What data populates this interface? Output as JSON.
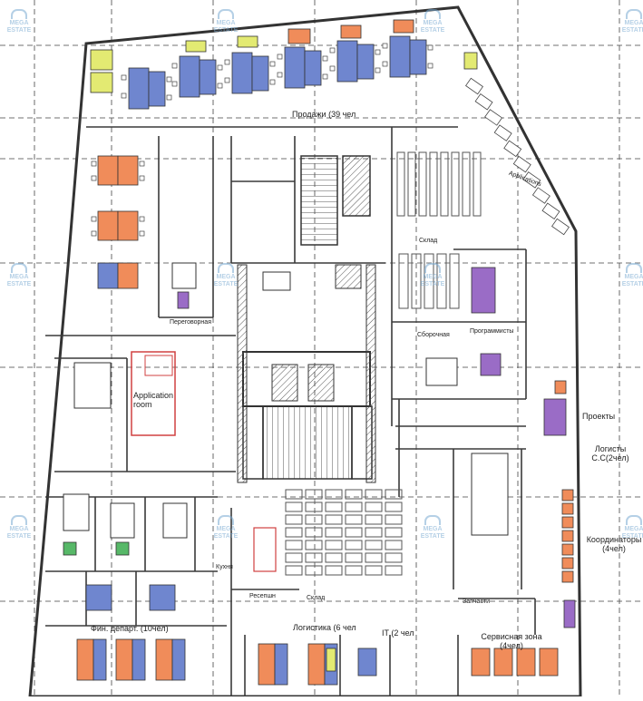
{
  "plan": {
    "labels": {
      "sales": "Продажи (39 чел",
      "applications": "Applications",
      "warehouse_top": "Склад",
      "meeting": "Переговорная",
      "assembly": "Сборочная",
      "programmers": "Программисты",
      "application_room": "Application room",
      "projects": "Проекты",
      "logists_sc": "Логисты С.С(2чел)",
      "coordinators": "Координаторы (4чел)",
      "service_zone": "Сервисная зона (4чел)",
      "spare_parts": "Запчасти",
      "warehouse_bottom": "Склад",
      "logistics": "Логистика (6 чел",
      "it": "IT (2 чел",
      "finance": "Фин. департ. (10чел)",
      "reception": "Ресепшн",
      "kitchen": "Кухня"
    },
    "watermark": {
      "line1": "MEGA",
      "line2": "ESTATE"
    },
    "colors": {
      "blue": "#6f86cf",
      "orange": "#f08c5a",
      "yellow": "#e3ea72",
      "purple": "#9a6cc6",
      "green": "#57b868",
      "grid": "#444444",
      "wall": "#3a3a3a",
      "red": "#d04040"
    }
  }
}
